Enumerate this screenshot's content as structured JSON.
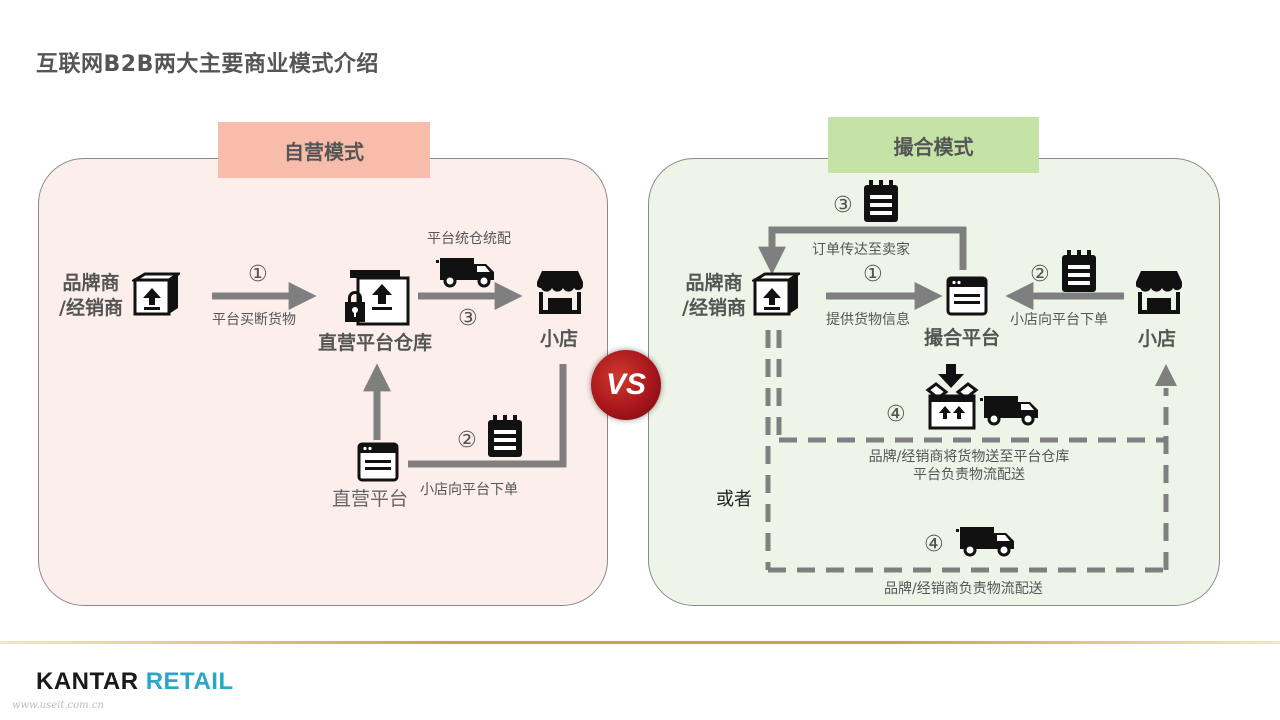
{
  "title": "互联网B2B两大主要商业模式介绍",
  "vs": "VS",
  "left": {
    "mode": "自营模式",
    "brand_line1": "品牌商",
    "brand_line2": "/经销商",
    "step1_num": "①",
    "step1_text": "平台买断货物",
    "warehouse": "直营平台仓库",
    "step3_text": "平台统仓统配",
    "step3_num": "③",
    "store": "小店",
    "step2_num": "②",
    "step2_text": "小店向平台下单",
    "platform": "直营平台"
  },
  "right": {
    "mode": "撮合模式",
    "brand_line1": "品牌商",
    "brand_line2": "/经销商",
    "step3_num": "③",
    "step3_text": "订单传达至卖家",
    "step1_num": "①",
    "step1_text": "提供货物信息",
    "platform": "撮合平台",
    "step2_num": "②",
    "step2_text": "小店向平台下单",
    "store": "小店",
    "step4a_num": "④",
    "step4a_line1": "品牌/经销商将货物送至平台仓库",
    "step4a_line2": "平台负责物流配送",
    "or": "或者",
    "step4b_num": "④",
    "step4b_text": "品牌/经销商负责物流配送"
  },
  "footer": {
    "brand_part1": "KANTAR",
    "brand_part2": "RETAIL",
    "watermark": "www.useit.com.cn"
  },
  "colors": {
    "left_panel": "#fbeeeb",
    "right_panel": "#eef4e8",
    "left_mode": "#f8bcab",
    "right_mode": "#c5e3a7",
    "arrow": "#7f7f7f",
    "vs": "#a8161b",
    "brand_accent": "#2aa6c9"
  },
  "icons": [
    "box-upload-icon",
    "warehouse-icon",
    "truck-icon",
    "store-icon",
    "checklist-icon",
    "browser-icon",
    "box-download-icon"
  ]
}
